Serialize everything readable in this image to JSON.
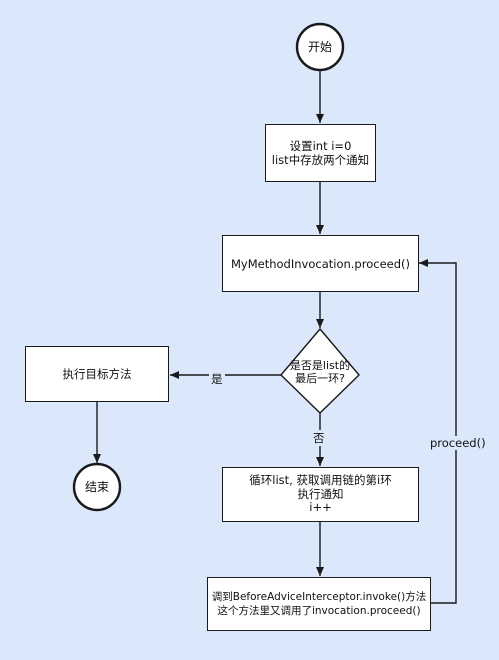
{
  "nodes": {
    "start": "开始",
    "init": [
      "设置int i=0",
      "list中存放两个通知"
    ],
    "proceed": "MyMethodInvocation.proceed()",
    "decision": [
      "是否是list的",
      "最后一环?"
    ],
    "exec_target": "执行目标方法",
    "end": "结束",
    "loop": [
      "循环list, 获取调用链的第i环",
      "执行通知",
      "i++"
    ],
    "before_advice": [
      "调到BeforeAdviceInterceptor.invoke()方法",
      "这个方法里又调用了invocation.proceed()"
    ]
  },
  "edge_labels": {
    "yes": "是",
    "no": "否",
    "back": "proceed()"
  },
  "colors": {
    "background": "#dbe8fb",
    "stroke": "#1a1a1a",
    "fill": "#ffffff"
  }
}
